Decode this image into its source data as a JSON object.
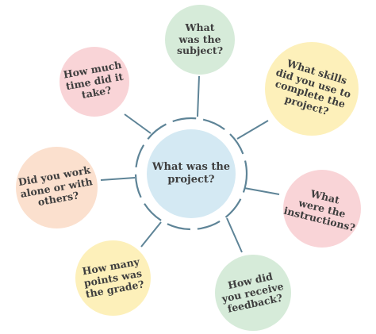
{
  "diagram": {
    "center": {
      "label": "What was the\nproject?",
      "color": "#d4e9f3"
    },
    "spoke_color": "#5e8497",
    "nodes": [
      {
        "id": "subject",
        "label": "What\nwas the\nsubject?",
        "color": "#d6ebd9"
      },
      {
        "id": "skills",
        "label": "What skills\ndid you use to\ncomplete the\nproject?",
        "color": "#fdf0ba"
      },
      {
        "id": "instr",
        "label": "What\nwere the\ninstructions?",
        "color": "#f9d4d7"
      },
      {
        "id": "feedback",
        "label": "How did\nyou receive\nfeedback?",
        "color": "#d6ebd9"
      },
      {
        "id": "grade",
        "label": "How many\npoints was\nthe grade?",
        "color": "#fdf0ba"
      },
      {
        "id": "alone",
        "label": "Did you work\nalone or with\nothers?",
        "color": "#fbe0ce"
      },
      {
        "id": "time",
        "label": "How much\ntime did it\ntake?",
        "color": "#f9d4d7"
      }
    ]
  }
}
